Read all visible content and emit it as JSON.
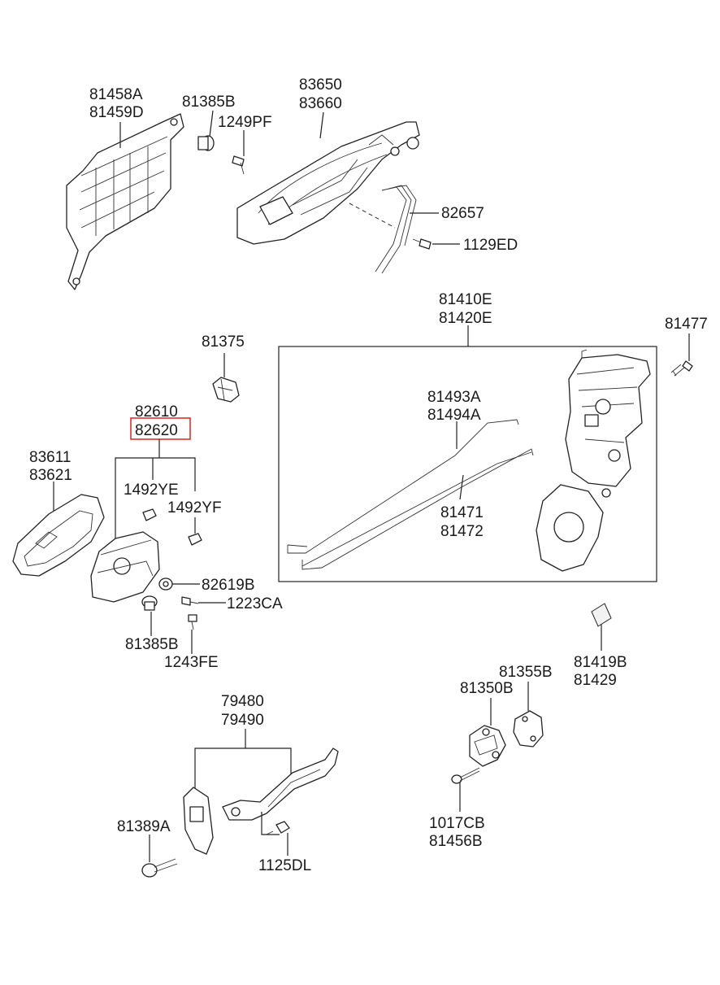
{
  "highlight_color": "#e0302a",
  "line_color": "#222222",
  "labels": {
    "l81458A": "81458A",
    "l81459D": "81459D",
    "l81385B_top": "81385B",
    "l1249PF": "1249PF",
    "l83650": "83650",
    "l83660": "83660",
    "l82657": "82657",
    "l1129ED": "1129ED",
    "l81410E": "81410E",
    "l81420E": "81420E",
    "l81477": "81477",
    "l81375": "81375",
    "l82610": "82610",
    "l82620": "82620",
    "l81493A": "81493A",
    "l81494A": "81494A",
    "l83611": "83611",
    "l83621": "83621",
    "l1492YE": "1492YE",
    "l1492YF": "1492YF",
    "l81471": "81471",
    "l81472": "81472",
    "l82619B": "82619B",
    "l1223CA": "1223CA",
    "l81385B_bot": "81385B",
    "l1243FE": "1243FE",
    "l81419B": "81419B",
    "l81429": "81429",
    "l81355B": "81355B",
    "l81350B": "81350B",
    "l79480": "79480",
    "l79490": "79490",
    "l81389A": "81389A",
    "l1125DL": "1125DL",
    "l1017CB": "1017CB",
    "l81456B": "81456B"
  }
}
